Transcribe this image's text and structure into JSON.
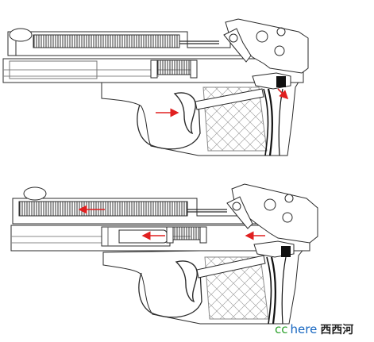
{
  "title": "",
  "colors": {
    "line": "#2b2b2b",
    "arrow": "#e02020",
    "watermark_prefix": "#2aa02a",
    "watermark_word": "#1565c0",
    "watermark_cn": "#222222"
  },
  "panels": [
    {
      "id": "top",
      "state": "trigger-pull",
      "arrows": 2
    },
    {
      "id": "bottom",
      "state": "slide-recoil",
      "arrows": 3
    }
  ],
  "watermark": {
    "prefix": "cc",
    "word": "here",
    "cn": "西西河"
  }
}
